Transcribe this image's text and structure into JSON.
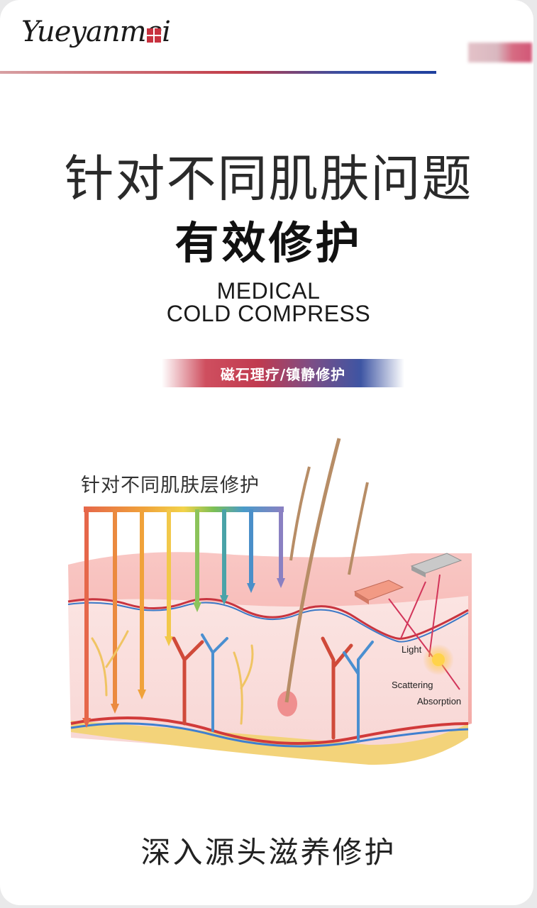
{
  "brand": {
    "logo_text": "Yueyanmei"
  },
  "heading": {
    "line1": "针对不同肌肤问题",
    "line2": "有效修护"
  },
  "english": {
    "line1": "MEDICAL",
    "line2": "COLD COMPRESS"
  },
  "tag": {
    "text": "磁石理疗/镇静修护"
  },
  "illustration": {
    "label": "针对不同肌肤层修护",
    "annotations": {
      "light": "Light",
      "scattering": "Scattering",
      "absorption": "Absorption"
    }
  },
  "footer": {
    "title": "深入源头滋养修护"
  },
  "colors": {
    "accent_red": "#c23b47",
    "accent_blue": "#1e3f9e"
  }
}
